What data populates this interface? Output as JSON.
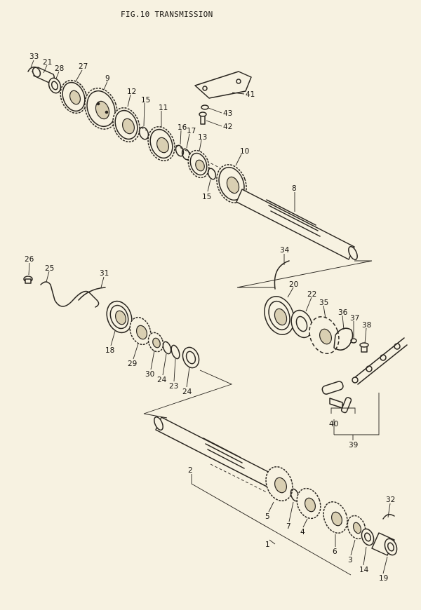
{
  "figure": {
    "title": "FIG.10  TRANSMISSION"
  },
  "callouts": [
    {
      "id": "33",
      "label": "33"
    },
    {
      "id": "21",
      "label": "21"
    },
    {
      "id": "28",
      "label": "28"
    },
    {
      "id": "27",
      "label": "27"
    },
    {
      "id": "9",
      "label": "9"
    },
    {
      "id": "12",
      "label": "12"
    },
    {
      "id": "15a",
      "label": "15"
    },
    {
      "id": "11",
      "label": "11"
    },
    {
      "id": "16",
      "label": "16"
    },
    {
      "id": "17",
      "label": "17"
    },
    {
      "id": "13",
      "label": "13"
    },
    {
      "id": "10",
      "label": "10"
    },
    {
      "id": "15b",
      "label": "15"
    },
    {
      "id": "8",
      "label": "8"
    },
    {
      "id": "41",
      "label": "41"
    },
    {
      "id": "43",
      "label": "43"
    },
    {
      "id": "42",
      "label": "42"
    },
    {
      "id": "26",
      "label": "26"
    },
    {
      "id": "25",
      "label": "25"
    },
    {
      "id": "31",
      "label": "31"
    },
    {
      "id": "18",
      "label": "18"
    },
    {
      "id": "29",
      "label": "29"
    },
    {
      "id": "30",
      "label": "30"
    },
    {
      "id": "24a",
      "label": "24"
    },
    {
      "id": "23",
      "label": "23"
    },
    {
      "id": "24b",
      "label": "24"
    },
    {
      "id": "34",
      "label": "34"
    },
    {
      "id": "20",
      "label": "20"
    },
    {
      "id": "22",
      "label": "22"
    },
    {
      "id": "35",
      "label": "35"
    },
    {
      "id": "36",
      "label": "36"
    },
    {
      "id": "37",
      "label": "37"
    },
    {
      "id": "38",
      "label": "38"
    },
    {
      "id": "40",
      "label": "40"
    },
    {
      "id": "39",
      "label": "39"
    },
    {
      "id": "2",
      "label": "2"
    },
    {
      "id": "5",
      "label": "5"
    },
    {
      "id": "7",
      "label": "7"
    },
    {
      "id": "4",
      "label": "4"
    },
    {
      "id": "1",
      "label": "1"
    },
    {
      "id": "6",
      "label": "6"
    },
    {
      "id": "3",
      "label": "3"
    },
    {
      "id": "14",
      "label": "14"
    },
    {
      "id": "32",
      "label": "32"
    },
    {
      "id": "19",
      "label": "19"
    }
  ]
}
